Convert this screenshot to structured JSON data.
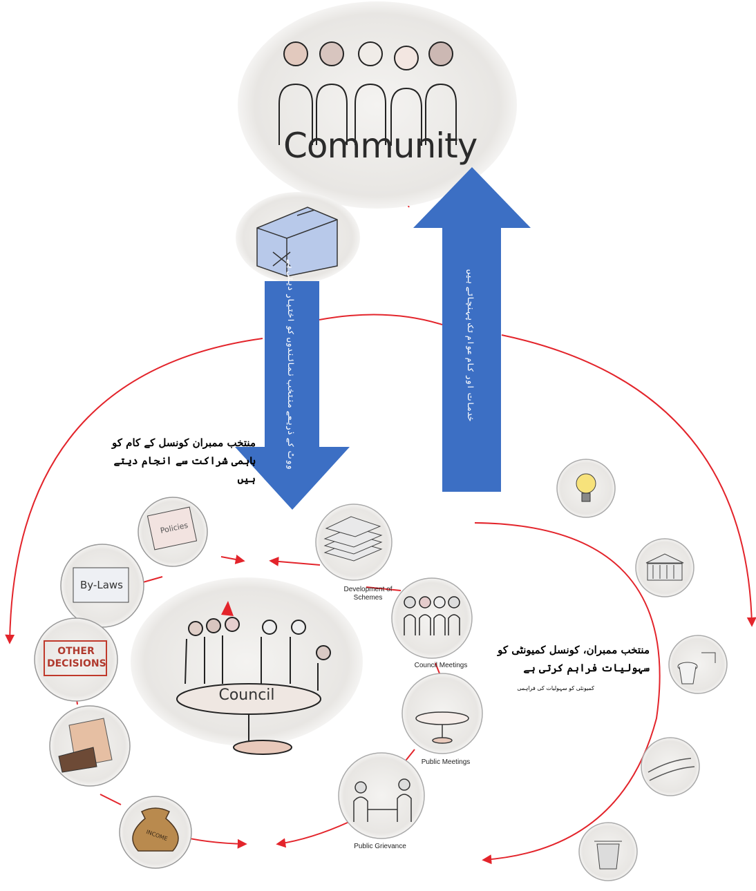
{
  "community": {
    "title": "Community"
  },
  "council": {
    "title": "Council"
  },
  "arrows": {
    "down_text": "ووٹ کے ذریعے منتخب نمائندوں کو اختیار دیتی ہے",
    "up_text": "خدمات اور کام عوام تک پہنچاتے ہیں"
  },
  "urdu_notes": {
    "left_line1": "منتخب ممبران کونسل کے کام کو",
    "left_line2": "باہمی شراکت سے انجام دیتے ہیں",
    "right_line1": "منتخب ممبران، کونسل کمیونٹی کو",
    "right_line2": "سہولیات فراہم کرتی ہے",
    "right_small": "کمیونٹی کو سہولیات کی فراہمی"
  },
  "left_items": [
    {
      "name": "policies",
      "text": "Policies"
    },
    {
      "name": "by-laws",
      "text": "By-Laws"
    },
    {
      "name": "other-decisions",
      "text": "OTHER DECISIONS"
    },
    {
      "name": "budget",
      "text": ""
    },
    {
      "name": "income",
      "text": "INCOME"
    }
  ],
  "right_items": [
    {
      "name": "development-of-schemes",
      "label": "Development of Schemes"
    },
    {
      "name": "council-meetings",
      "label": "Council Meetings"
    },
    {
      "name": "public-meetings",
      "label": "Public Meetings"
    },
    {
      "name": "public-grievance",
      "label": "Public Grievance"
    }
  ],
  "service_icons": [
    "light-bulb-icon",
    "building-icon",
    "sanitation-icon",
    "road-icon",
    "dustbin-icon"
  ],
  "colors": {
    "arrow_blue": "#3c6fc4",
    "red_line": "#e3242b",
    "bubble_bg": "#eceae7"
  }
}
